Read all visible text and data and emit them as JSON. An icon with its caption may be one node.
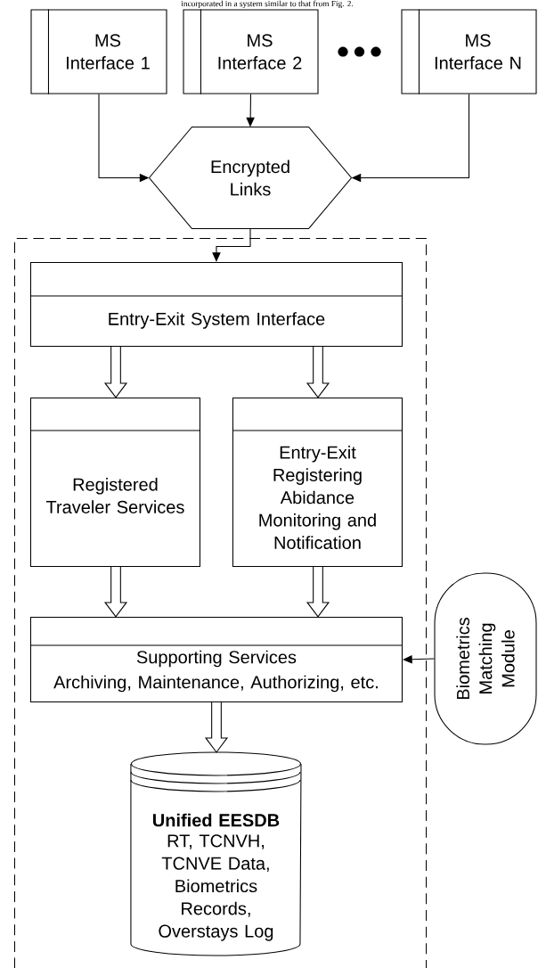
{
  "diagram": {
    "nodes": [
      {
        "text": [
          "MS Interface 1"
        ]
      },
      {
        "text": [
          "MS Interface 2"
        ]
      },
      {
        "text": [
          "MS Interface N"
        ]
      },
      {
        "text": [
          "Encrypted Links"
        ]
      },
      {
        "text": [],
        "shape": "box"
      },
      {
        "text": [
          "Entry-Exit System Interface"
        ],
        "in": 4
      },
      {
        "text": [
          "Registered Traveler Services"
        ],
        "in": 4
      },
      {
        "text": [
          "Entry-Exit Registering Abidance Monitoring and Notification"
        ],
        "in": 4
      },
      {
        "text": [
          "Supporting Services",
          "Archiving, Maintenance, Authorizing, etc."
        ],
        "in": 4
      },
      {
        "text": [
          "Unified EESDB",
          "RT, TCNVH, TCNVE Data, Biometrics Records, Overstays Log"
        ],
        "in": 4
      },
      {
        "text": [
          "Biometrics Matching Module"
        ]
      }
    ],
    "edges": [
      {
        "from": 0,
        "to": 3,
        "arrow": "to"
      },
      {
        "from": 1,
        "to": 3,
        "arrow": "to"
      },
      {
        "from": 2,
        "to": 3,
        "arrow": "to"
      },
      {
        "from": 3,
        "to": 5,
        "arrow": "to"
      },
      {
        "from": 5,
        "to": 6,
        "arrow": "to",
        "style": "thick"
      },
      {
        "from": 5,
        "to": 7,
        "arrow": "to",
        "style": "thick"
      },
      {
        "from": 6,
        "to": 8,
        "arrow": "to",
        "style": "thick"
      },
      {
        "from": 7,
        "to": 8,
        "arrow": "to",
        "style": "thick"
      },
      {
        "from": 8,
        "to": 9,
        "arrow": "to",
        "style": "thick"
      },
      {
        "from": 10,
        "to": 8,
        "arrow": "to"
      }
    ],
    "labels": [
      "incorporated in a system similar to that from Fig. 2."
    ]
  }
}
